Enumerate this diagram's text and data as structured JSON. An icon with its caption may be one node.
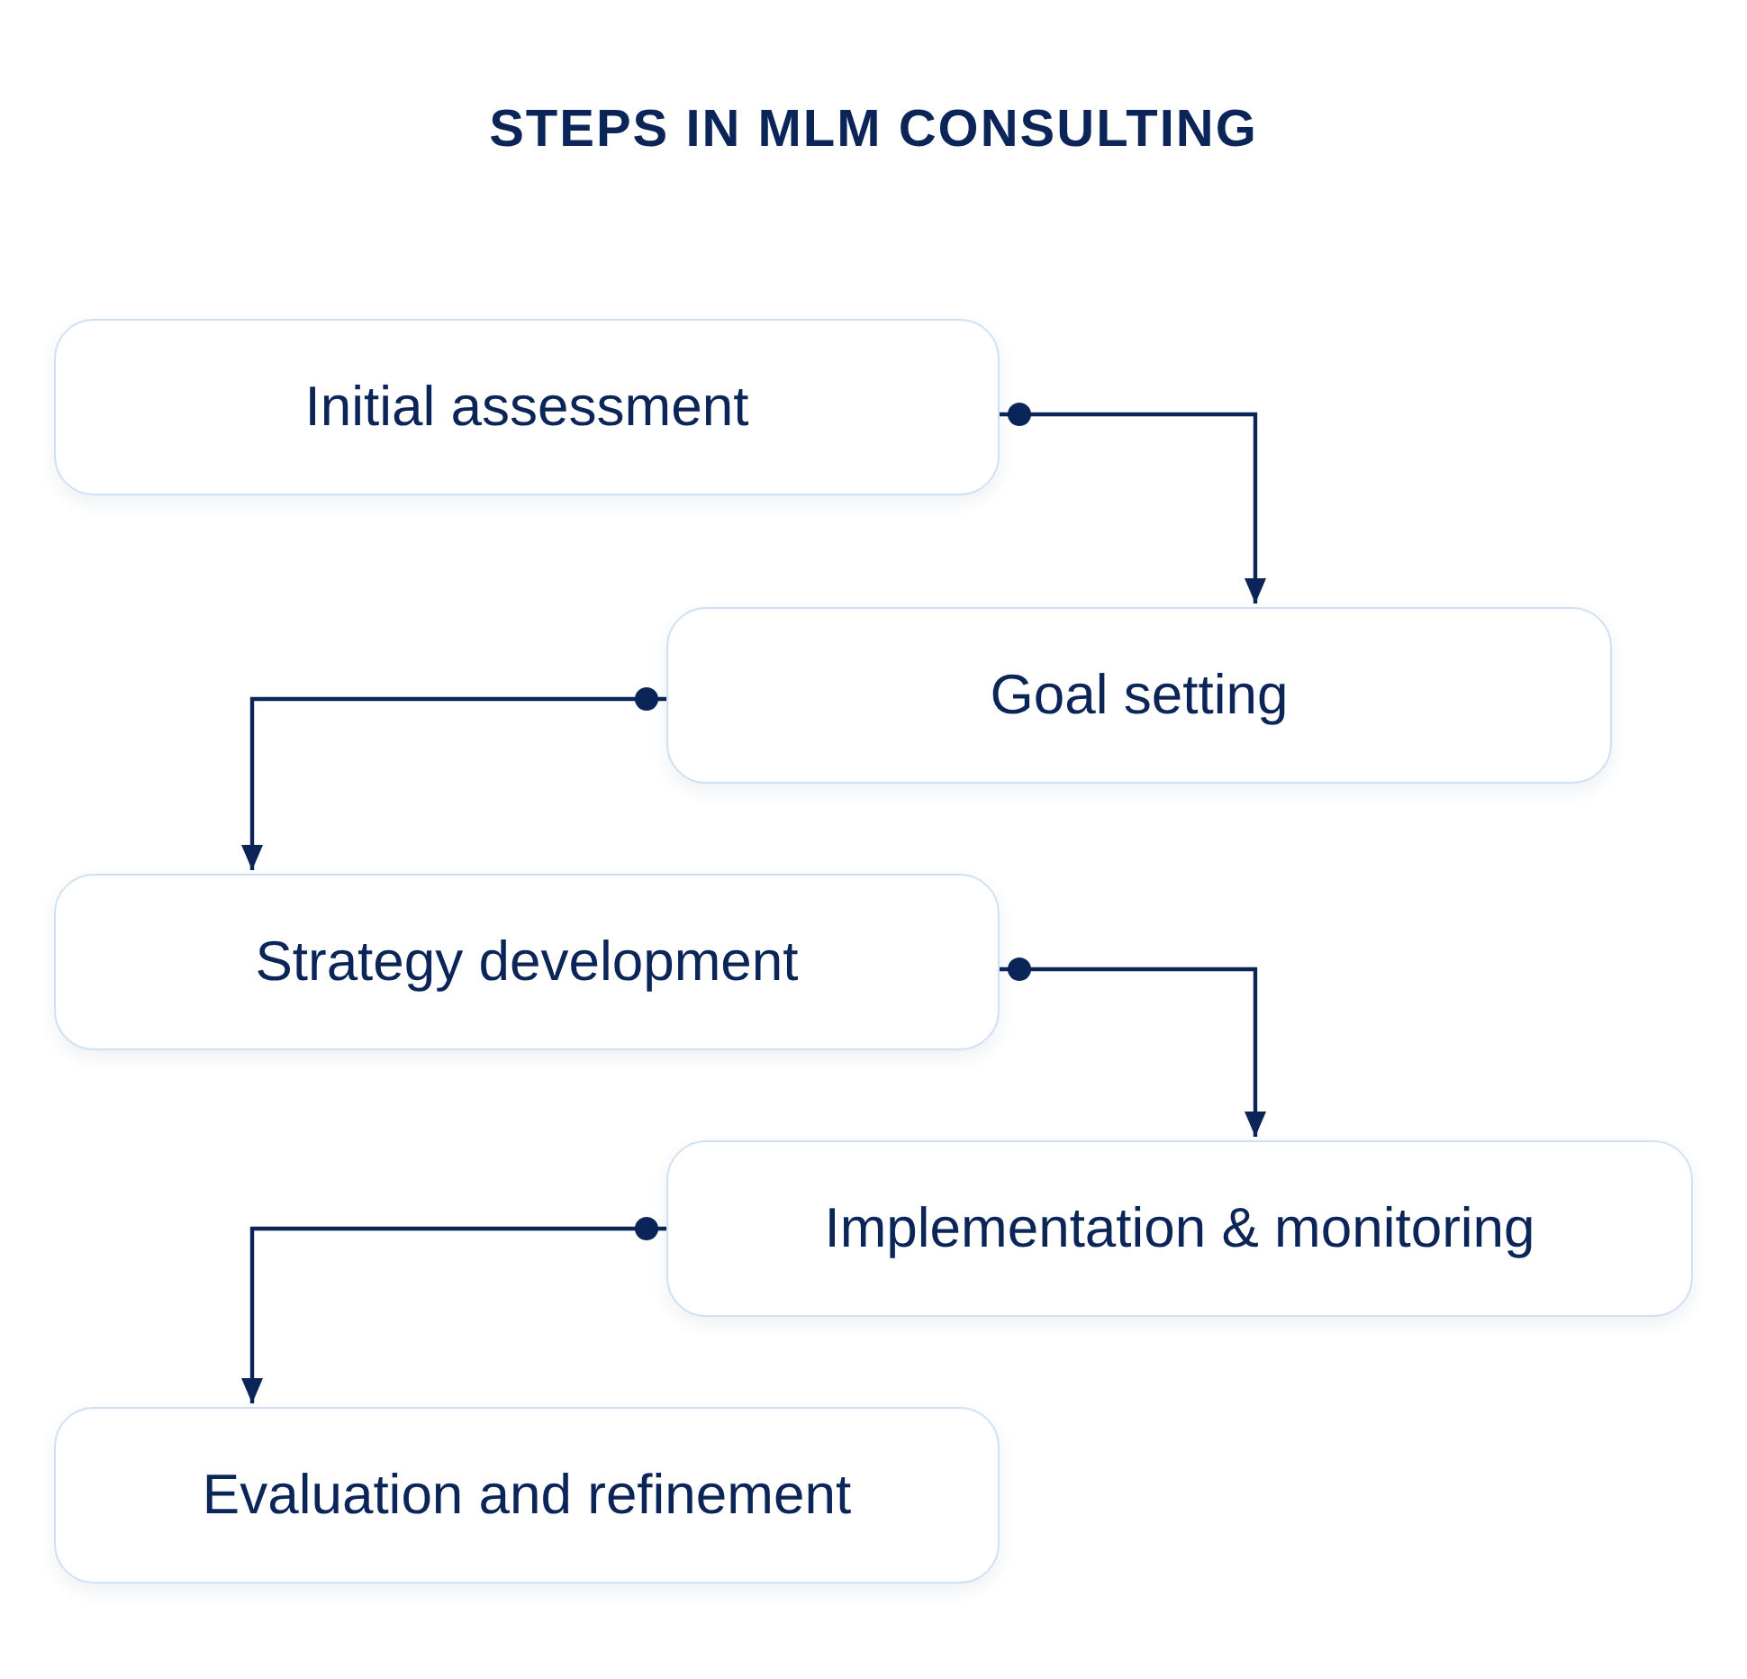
{
  "diagram": {
    "title": "STEPS IN MLM CONSULTING",
    "nodes": [
      {
        "text": [
          "Initial assessment"
        ]
      },
      {
        "text": [
          "Goal setting"
        ]
      },
      {
        "text": [
          "Strategy development"
        ]
      },
      {
        "text": [
          "Implementation & monitoring"
        ]
      },
      {
        "text": [
          "Evaluation and refinement"
        ]
      }
    ],
    "edges": [
      {
        "from": 0,
        "to": 1,
        "arrow": "to"
      },
      {
        "from": 1,
        "to": 2,
        "arrow": "to"
      },
      {
        "from": 2,
        "to": 3,
        "arrow": "to"
      },
      {
        "from": 3,
        "to": 4,
        "arrow": "to"
      }
    ]
  }
}
